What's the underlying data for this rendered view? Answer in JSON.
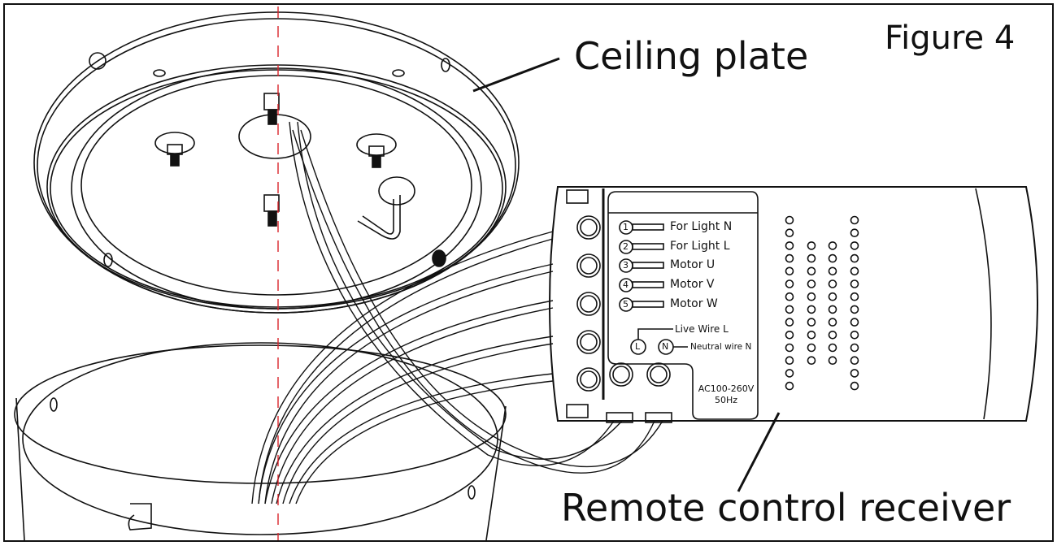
{
  "figure": {
    "title": "Figure 4",
    "callouts": {
      "ceiling_plate": "Ceiling plate",
      "receiver": "Remote control receiver"
    },
    "terminals": [
      {
        "number": "1",
        "label": "For Light N"
      },
      {
        "number": "2",
        "label": "For Light L"
      },
      {
        "number": "3",
        "label": "Motor U"
      },
      {
        "number": "4",
        "label": "Motor V"
      },
      {
        "number": "5",
        "label": "Motor W"
      }
    ],
    "inputs": [
      {
        "symbol": "L",
        "label": "Live Wire L"
      },
      {
        "symbol": "N",
        "label": "Neutral wire N"
      }
    ],
    "rating": {
      "voltage": "AC100-260V",
      "frequency": "50Hz"
    },
    "colors": {
      "line": "#111111",
      "centerline": "#d9242b",
      "background": "#ffffff"
    }
  }
}
